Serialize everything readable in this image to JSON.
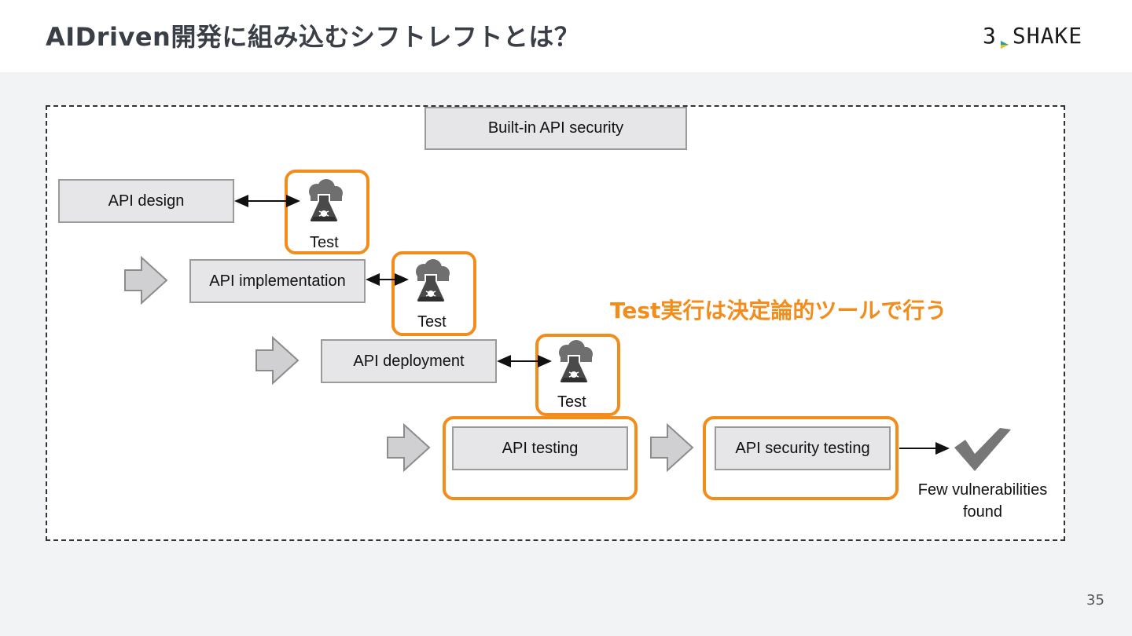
{
  "title": "AIDriven開発に組み込むシフトレフトとは？",
  "logo": {
    "text_left": "3",
    "text_right": "SHAKE"
  },
  "diagram": {
    "top_box": "Built-in API security",
    "stages": [
      {
        "label": "API design"
      },
      {
        "label": "API implementation"
      },
      {
        "label": "API deployment"
      },
      {
        "label": "API testing"
      },
      {
        "label": "API security testing"
      }
    ],
    "test_labels": [
      "Test",
      "Test",
      "Test"
    ],
    "result_line1": "Few vulnerabilities",
    "result_line2": "found"
  },
  "note": "Test実行は決定論的ツールで行う",
  "page_number": "35",
  "colors": {
    "accent": "#f28c1a",
    "box_fill": "#e6e6e8",
    "title": "#3a3f47"
  },
  "icons": [
    "cloud-flask-bug-icon",
    "arrow-right-icon",
    "checkmark-icon"
  ]
}
